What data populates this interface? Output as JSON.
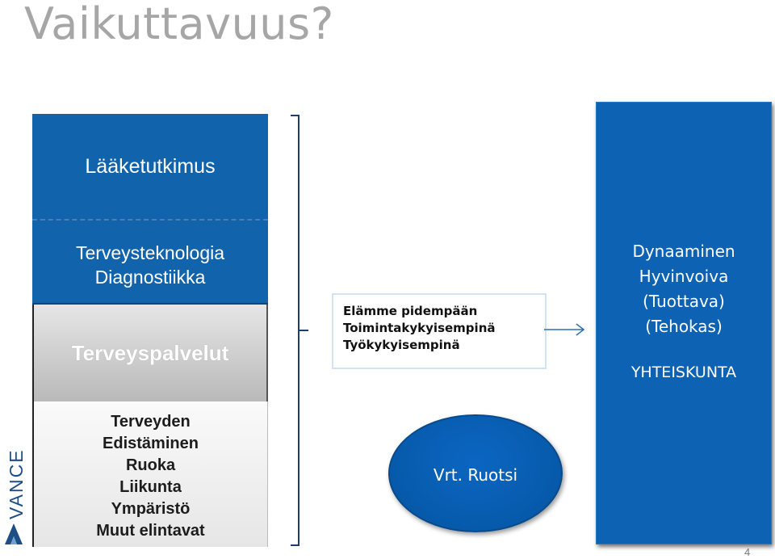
{
  "title": "Vaikuttavuus?",
  "stack": {
    "research": "Lääketutkimus",
    "technology": [
      "Terveysteknologia",
      "Diagnostiikka"
    ],
    "services": "Terveyspalvelut",
    "promotion": [
      "Terveyden",
      "Edistäminen",
      "Ruoka",
      "Liikunta",
      "Ympäristö",
      "Muut elintavat"
    ]
  },
  "effects": [
    "Elämme pidempään",
    "Toimintakykyisempinä",
    "Työkykyisempinä"
  ],
  "society": {
    "lines": [
      "Dynaaminen",
      "Hyvinvoiva",
      "(Tuottava)",
      "(Tehokas)"
    ],
    "label": "YHTEISKUNTA"
  },
  "comparison": "Vrt. Ruotsi",
  "brand": "VANCE",
  "page_number": "4",
  "colors": {
    "title": "#a6a6a6",
    "blue": "#1163ac",
    "society_blue": "#0d62b4",
    "services_gray": "#c9c9c9",
    "box_border": "#d2e4f3",
    "brace": "#1f3f6b"
  }
}
